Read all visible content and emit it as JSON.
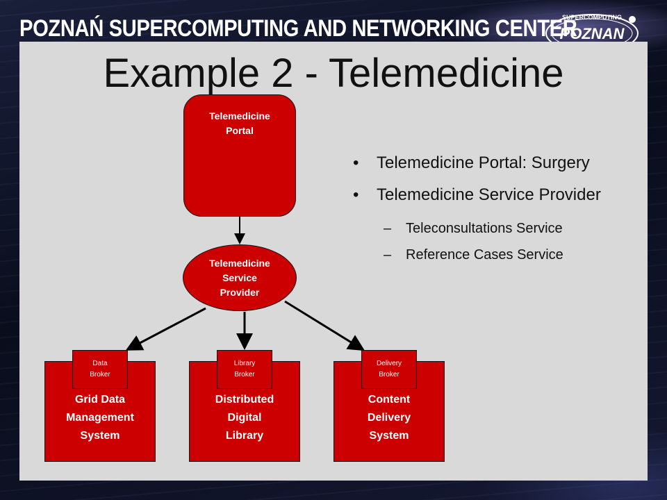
{
  "header": {
    "banner_text": "POZNAŃ SUPERCOMPUTING AND NETWORKING CENTER",
    "logo_text": "POZNAN",
    "logo_ring_text": "SUPERCOMPUTING"
  },
  "slide": {
    "title": "Example 2 - Telemedicine",
    "diagram": {
      "portal": "Telemedicine\nPortal",
      "provider": "Telemedicine\nService\nProvider",
      "systems": [
        {
          "label": "Grid Data\nManagement\nSystem",
          "broker": "Data\nBroker"
        },
        {
          "label": "Distributed\nDigital\nLibrary",
          "broker": "Library\nBroker"
        },
        {
          "label": "Content\nDelivery\nSystem",
          "broker": "Delivery\nBroker"
        }
      ]
    },
    "bullets": [
      {
        "text": "Telemedicine Portal: Surgery"
      },
      {
        "text": "Telemedicine Service Provider"
      }
    ],
    "sub_bullets": [
      "Teleconsultations Service",
      "Reference Cases Service"
    ],
    "bullet_marker": "•",
    "sub_marker": "–"
  },
  "colors": {
    "node_fill": "#cc0000",
    "panel": "#d9d9d9",
    "text": "#111111"
  }
}
